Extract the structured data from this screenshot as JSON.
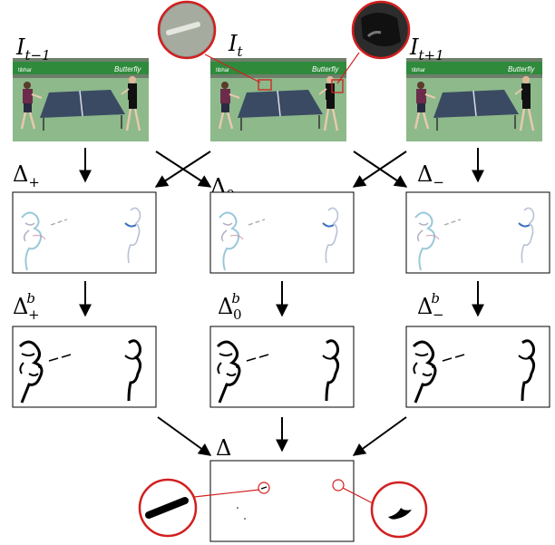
{
  "frames": {
    "prev": {
      "base": "I",
      "sub": "t−1"
    },
    "curr": {
      "base": "I",
      "sub": "t"
    },
    "next": {
      "base": "I",
      "sub": "t+1"
    }
  },
  "differences": {
    "plus": {
      "base": "Δ",
      "sub": "+"
    },
    "zero": {
      "base": "Δ",
      "sub": "0"
    },
    "minus": {
      "base": "Δ",
      "sub": "−"
    }
  },
  "binary": {
    "plus": {
      "base": "Δ",
      "sub": "+",
      "sup": "b"
    },
    "zero": {
      "base": "Δ",
      "sub": "0",
      "sup": "b"
    },
    "minus": {
      "base": "Δ",
      "sub": "−",
      "sup": "b"
    }
  },
  "result": {
    "base": "Δ"
  },
  "colors": {
    "zoom_circle": "#d21f1f",
    "table": "#3b4a63",
    "floor": "#7aa37a",
    "banner": "#2f8a3c"
  },
  "icons": [
    "table-tennis-frame",
    "magnified-ball",
    "difference-map",
    "binary-mask"
  ]
}
